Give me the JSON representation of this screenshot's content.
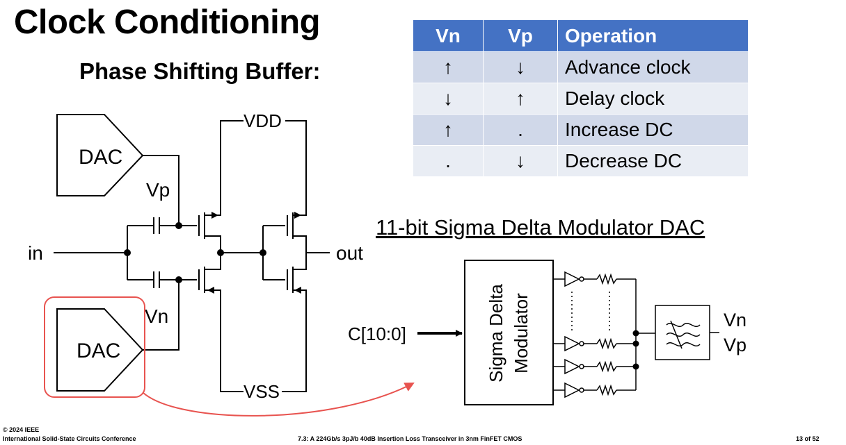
{
  "slide": {
    "title": "Clock Conditioning",
    "subtitle": "Phase Shifting Buffer:"
  },
  "table": {
    "headers": [
      "Vn",
      "Vp",
      "Operation"
    ],
    "rows": [
      [
        "↑",
        "↓",
        "Advance clock"
      ],
      [
        "↓",
        "↑",
        "Delay clock"
      ],
      [
        "↑",
        ".",
        "Increase DC"
      ],
      [
        ".",
        "↓",
        "Decrease DC"
      ]
    ]
  },
  "circuit": {
    "dac_top_label": "DAC",
    "dac_bottom_label": "DAC",
    "vp_label": "Vp",
    "vn_label": "Vn",
    "vdd_label": "VDD",
    "vss_label": "VSS",
    "in_label": "in",
    "out_label": "out"
  },
  "sdm": {
    "heading": "11-bit Sigma Delta Modulator DAC",
    "input_label": "C[10:0]",
    "block_line1": "Sigma Delta",
    "block_line2": "Modulator",
    "out_vn": "Vn",
    "out_vp": "Vp"
  },
  "colors": {
    "table_header": "#4472c4",
    "table_row_odd": "#d0d8e9",
    "table_row_even": "#e9edf4",
    "highlight": "#e8534f"
  },
  "footer": {
    "copyright": "© 2024 IEEE",
    "conference": "International Solid-State Circuits Conference",
    "paper": "7.3: A 224Gb/s 3pJ/b 40dB Insertion Loss Transceiver in 3nm FinFET CMOS",
    "page": "13 of 52"
  }
}
